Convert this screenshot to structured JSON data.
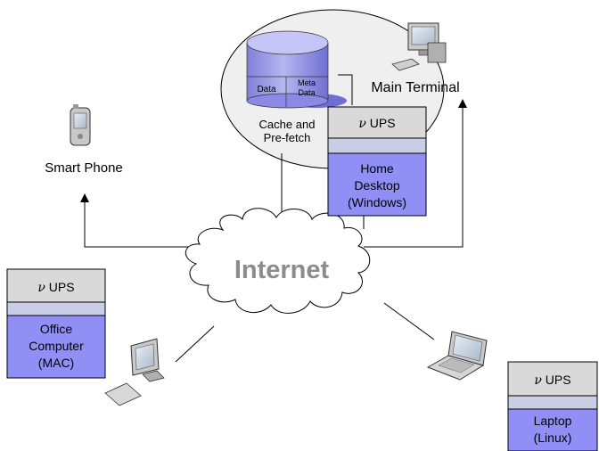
{
  "labels": {
    "internet": "Internet",
    "main_terminal": "Main Terminal",
    "smart_phone": "Smart Phone",
    "cache_line1": "Cache and",
    "cache_line2": "Pre-fetch",
    "data": "Data",
    "meta_line1": "Meta",
    "meta_line2": "Data"
  },
  "ups_symbol": "ν",
  "ups_text": " UPS",
  "nodes": {
    "home": {
      "line1": "Home",
      "line2": "Desktop",
      "line3": "(Windows)"
    },
    "office": {
      "line1": "Office",
      "line2": "Computer",
      "line3": "(MAC)"
    },
    "laptop": {
      "line1": "Laptop",
      "line2": "(Linux)"
    }
  },
  "colors": {
    "ups_gray": "#d9d9d9",
    "ups_band": "#c9cde6",
    "node_blue": "#8f8ff5",
    "ellipse_fill": "#efefef",
    "db_blue": "#8f8ff5"
  }
}
